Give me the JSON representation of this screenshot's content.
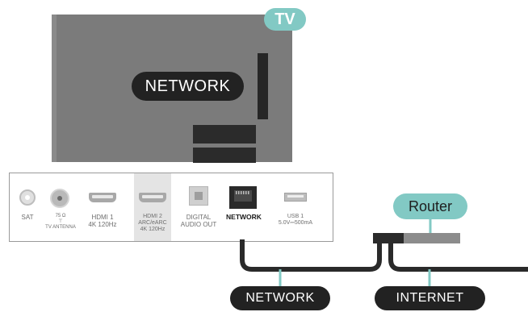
{
  "tv": {
    "badge": "TV",
    "network_label": "NETWORK"
  },
  "ports": [
    {
      "id": "sat",
      "label": "SAT",
      "icon": "coax-sat-icon"
    },
    {
      "id": "antenna",
      "label": "75 Ω\n⊤\nTV ANTENNA",
      "icon": "antenna-icon"
    },
    {
      "id": "hdmi1",
      "label": "HDMI 1\n4K 120Hz",
      "icon": "hdmi-icon"
    },
    {
      "id": "hdmi2",
      "label": "HDMI 2\nARC/eARC\n4K 120Hz",
      "icon": "hdmi-icon"
    },
    {
      "id": "digital-audio",
      "label": "DIGITAL\nAUDIO OUT",
      "icon": "optical-icon"
    },
    {
      "id": "network",
      "label": "NETWORK",
      "icon": "ethernet-icon"
    },
    {
      "id": "usb1",
      "label": "USB 1\n5.0V⎓500mA",
      "icon": "usb-icon"
    }
  ],
  "router": {
    "label": "Router"
  },
  "cables": {
    "network_label": "NETWORK",
    "internet_label": "INTERNET"
  },
  "colors": {
    "accent_teal": "#82c9c4",
    "dark_pill": "#222222",
    "tv_gray": "#7b7b7b"
  }
}
